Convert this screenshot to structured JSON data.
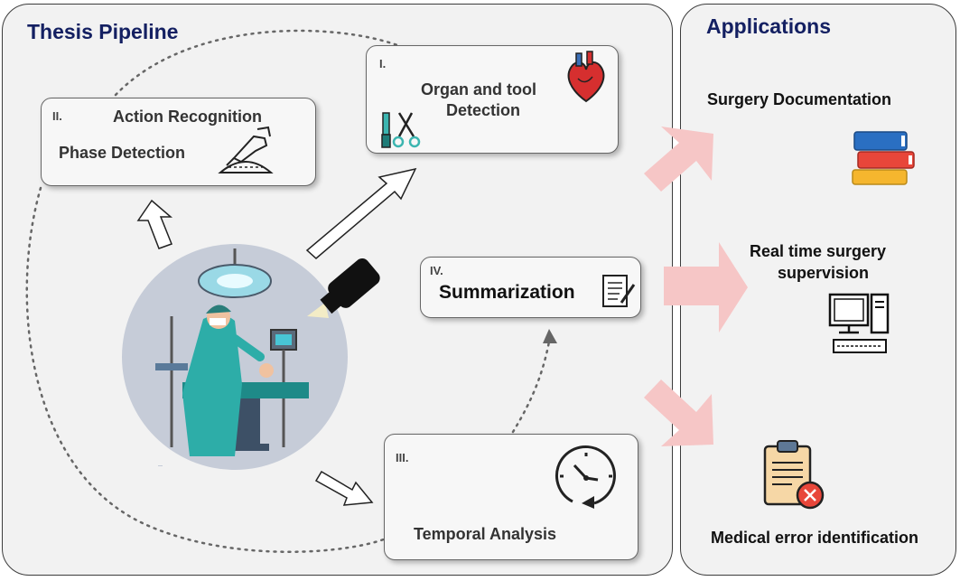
{
  "pipeline": {
    "title": "Thesis Pipeline",
    "stages": {
      "organ": {
        "num": "I.",
        "line1": "Organ and tool",
        "line2": "Detection"
      },
      "action": {
        "num": "II.",
        "line1": "Action Recognition",
        "line2": "Phase Detection"
      },
      "temporal": {
        "num": "III.",
        "label": "Temporal Analysis"
      },
      "summary": {
        "num": "IV.",
        "label": "Summarization"
      }
    }
  },
  "applications": {
    "title": "Applications",
    "items": [
      {
        "label": "Surgery Documentation",
        "icon": "books-icon"
      },
      {
        "line1": "Real time surgery",
        "line2": "supervision",
        "icon": "computer-icon"
      },
      {
        "label": "Medical error identification",
        "icon": "clipboard-error-icon"
      }
    ]
  },
  "colors": {
    "title": "#142062",
    "panel_bg": "#f2f2f2",
    "arrow_pink": "#f6c6c6",
    "teal": "#3cb5b0"
  }
}
